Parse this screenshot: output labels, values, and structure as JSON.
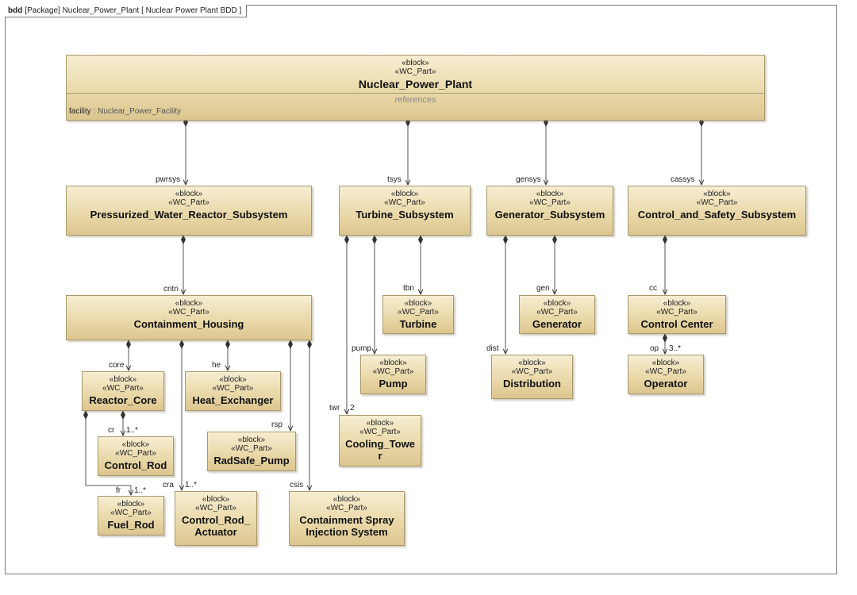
{
  "frame": {
    "kind": "bdd",
    "header": "[Package] Nuclear_Power_Plant [ Nuclear Power Plant BDD ]"
  },
  "blocks": {
    "plant": {
      "stereo1": "«block»",
      "stereo2": "«WC_Part»",
      "name": "Nuclear_Power_Plant",
      "compartment": "references",
      "attr_name": "facility",
      "attr_type": " : Nuclear_Power_Facility"
    },
    "pwr": {
      "stereo1": "«block»",
      "stereo2": "«WC_Part»",
      "name": "Pressurized_Water_Reactor_Subsystem"
    },
    "turbine_sub": {
      "stereo1": "«block»",
      "stereo2": "«WC_Part»",
      "name": "Turbine_Subsystem"
    },
    "generator_sub": {
      "stereo1": "«block»",
      "stereo2": "«WC_Part»",
      "name": "Generator_Subsystem"
    },
    "control_safety": {
      "stereo1": "«block»",
      "stereo2": "«WC_Part»",
      "name": "Control_and_Safety_Subsystem"
    },
    "containment": {
      "stereo1": "«block»",
      "stereo2": "«WC_Part»",
      "name": "Containment_Housing"
    },
    "turbine": {
      "stereo1": "«block»",
      "stereo2": "«WC_Part»",
      "name": "Turbine"
    },
    "generator": {
      "stereo1": "«block»",
      "stereo2": "«WC_Part»",
      "name": "Generator"
    },
    "control_center": {
      "stereo1": "«block»",
      "stereo2": "«WC_Part»",
      "name": "Control Center"
    },
    "reactor_core": {
      "stereo1": "«block»",
      "stereo2": "«WC_Part»",
      "name": "Reactor_Core"
    },
    "heat_exchanger": {
      "stereo1": "«block»",
      "stereo2": "«WC_Part»",
      "name": "Heat_Exchanger"
    },
    "pump": {
      "stereo1": "«block»",
      "stereo2": "«WC_Part»",
      "name": "Pump"
    },
    "distribution": {
      "stereo1": "«block»",
      "stereo2": "«WC_Part»",
      "name": "Distribution"
    },
    "operator": {
      "stereo1": "«block»",
      "stereo2": "«WC_Part»",
      "name": "Operator"
    },
    "control_rod": {
      "stereo1": "«block»",
      "stereo2": "«WC_Part»",
      "name": "Control_Rod"
    },
    "radsafe_pump": {
      "stereo1": "«block»",
      "stereo2": "«WC_Part»",
      "name": "RadSafe_Pump"
    },
    "cooling_tower": {
      "stereo1": "«block»",
      "stereo2": "«WC_Part»",
      "name_line1": "Cooling_Towe",
      "name_line2": "r"
    },
    "fuel_rod": {
      "stereo1": "«block»",
      "stereo2": "«WC_Part»",
      "name": "Fuel_Rod"
    },
    "control_rod_actuator": {
      "stereo1": "«block»",
      "stereo2": "«WC_Part»",
      "name_line1": "Control_Rod_",
      "name_line2": "Actuator"
    },
    "containment_spray": {
      "stereo1": "«block»",
      "stereo2": "«WC_Part»",
      "name_line1": "Containment Spray",
      "name_line2": "Injection System"
    }
  },
  "roles": {
    "pwrsys": "pwrsys",
    "tsys": "tsys",
    "gensys": "gensys",
    "cassys": "cassys",
    "cntn": "cntn",
    "tbn": "tbn",
    "gen": "gen",
    "cc": "cc",
    "core": "core",
    "he": "he",
    "pump": "pump",
    "dist": "dist",
    "op": "op",
    "op_mult": "3..*",
    "cr": "cr",
    "cr_mult": "1..*",
    "rsp": "rsp",
    "twr": "twr",
    "twr_mult": "2",
    "fr": "fr",
    "fr_mult": "1..*",
    "cra": "cra",
    "cra_mult": "1..*",
    "csis": "csis"
  }
}
